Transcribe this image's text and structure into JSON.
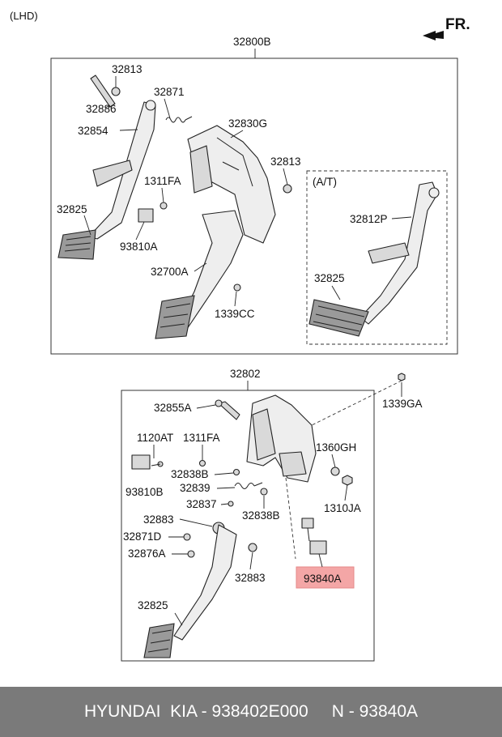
{
  "header": {
    "side": "(LHD)",
    "direction": "FR."
  },
  "top_assembly": {
    "number": "32800B",
    "labels": [
      "32813",
      "32886",
      "32854",
      "32871",
      "32830G",
      "32813",
      "1311FA",
      "32825",
      "93810A",
      "32700A",
      "1339CC"
    ],
    "at_box": {
      "title": "(A/T)",
      "labels": [
        "32812P",
        "32825"
      ]
    }
  },
  "bottom_assembly": {
    "number": "32802",
    "labels": [
      "32855A",
      "1339GA",
      "1120AT",
      "1311FA",
      "1360GH",
      "32838B",
      "93810B",
      "32839",
      "1310JA",
      "32837",
      "32838B",
      "32883",
      "32871D",
      "32876A",
      "32883",
      "32825"
    ],
    "highlight": {
      "label": "93840A",
      "color": "#f4a6a6"
    }
  },
  "footer": {
    "text": "HYUNDAI  KIA - 938402E000     N - 93840A",
    "background": "#7a7a7a"
  }
}
